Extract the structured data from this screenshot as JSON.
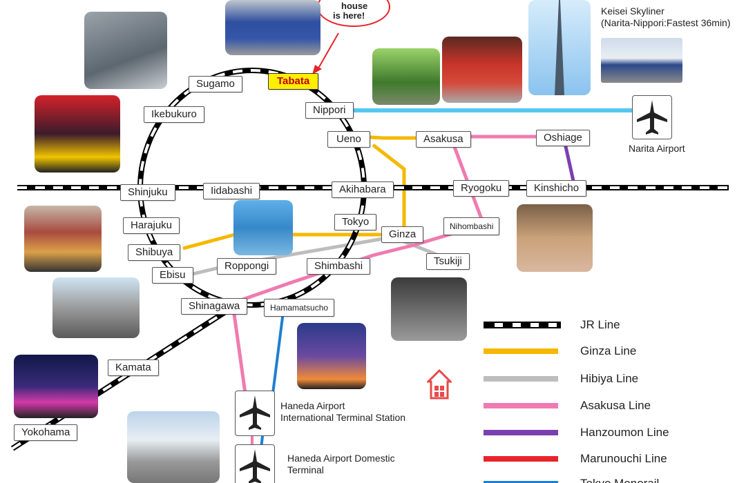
{
  "stations": {
    "sugamo": "Sugamo",
    "tabata": "Tabata",
    "ikebukuro": "Ikebukuro",
    "nippori": "Nippori",
    "ueno": "Ueno",
    "asakusa": "Asakusa",
    "oshiage": "Oshiage",
    "shinjuku": "Shinjuku",
    "iidabashi": "Iidabashi",
    "akihabara": "Akihabara",
    "ryogoku": "Ryogoku",
    "kinshicho": "Kinshicho",
    "harajuku": "Harajuku",
    "tokyo": "Tokyo",
    "ginza": "Ginza",
    "nihombashi": "Nihombashi",
    "shibuya": "Shibuya",
    "roppongi": "Roppongi",
    "shimbashi": "Shimbashi",
    "tsukiji": "Tsukiji",
    "ebisu": "Ebisu",
    "shinagawa": "Shinagawa",
    "hamamatsucho": "Hamamatsucho",
    "kamata": "Kamata",
    "yokohama": "Yokohama"
  },
  "callout": {
    "line1": "house",
    "line2": "is here!"
  },
  "skyliner": {
    "line1": "Keisei Skyliner",
    "line2": "(Narita-Nippori:Fastest 36min)"
  },
  "airports": {
    "narita": "Narita Airport",
    "haneda_intl_1": "Haneda Airport",
    "haneda_intl_2": "International Terminal Station",
    "haneda_dom_1": "Haneda Airport Domestic",
    "haneda_dom_2": "Terminal"
  },
  "legend": [
    {
      "label": "JR Line",
      "color": "#000000",
      "style": "dashed"
    },
    {
      "label": "Ginza Line",
      "color": "#f5b800",
      "style": "solid"
    },
    {
      "label": "Hibiya Line",
      "color": "#bdbdbd",
      "style": "solid"
    },
    {
      "label": "Asakusa Line",
      "color": "#f07bb0",
      "style": "solid"
    },
    {
      "label": "Hanzoumon Line",
      "color": "#7b3fb0",
      "style": "solid"
    },
    {
      "label": "Marunouchi Line",
      "color": "#e8232a",
      "style": "solid"
    },
    {
      "label": "Tokyo Monorail",
      "color": "#1d7fd0",
      "style": "solid"
    }
  ],
  "colors": {
    "jr": "#000000",
    "ginza": "#f5b800",
    "hibiya": "#bdbdbd",
    "asakusa": "#f07bb0",
    "hanzomon": "#7b3fb0",
    "marunouchi": "#e8232a",
    "monorail": "#1d7fd0",
    "skyliner": "#55c8f0",
    "highlight": "#ffee00"
  },
  "icons": [
    "airplane-icon",
    "house-icon"
  ]
}
